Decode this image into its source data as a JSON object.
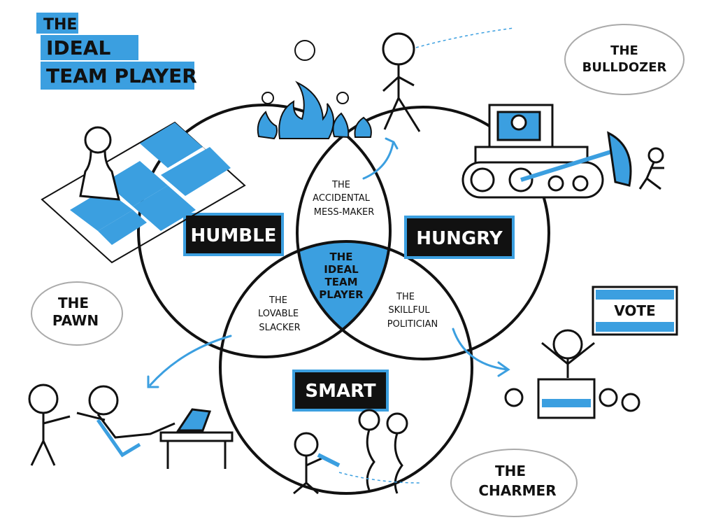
{
  "title": {
    "line1": "THE",
    "line2": "IDEAL",
    "line3": "TEAM PLAYER"
  },
  "circles": {
    "humble": "HUMBLE",
    "hungry": "HUNGRY",
    "smart": "SMART"
  },
  "intersections": {
    "humble_hungry": [
      "THE",
      "ACCIDENTAL",
      "MESS-MAKER"
    ],
    "humble_smart": [
      "THE",
      "LOVABLE",
      "SLACKER"
    ],
    "hungry_smart": [
      "THE",
      "SKILLFUL",
      "POLITICIAN"
    ],
    "center": [
      "THE",
      "IDEAL",
      "TEAM",
      "PLAYER"
    ]
  },
  "characters": {
    "bulldozer": [
      "THE",
      "BULLDOZER"
    ],
    "pawn": [
      "THE",
      "PAWN"
    ],
    "charmer": [
      "THE",
      "CHARMER"
    ]
  },
  "vote_sign": "VOTE",
  "colors": {
    "accent": "#3b9fe0",
    "ink": "#111111"
  }
}
